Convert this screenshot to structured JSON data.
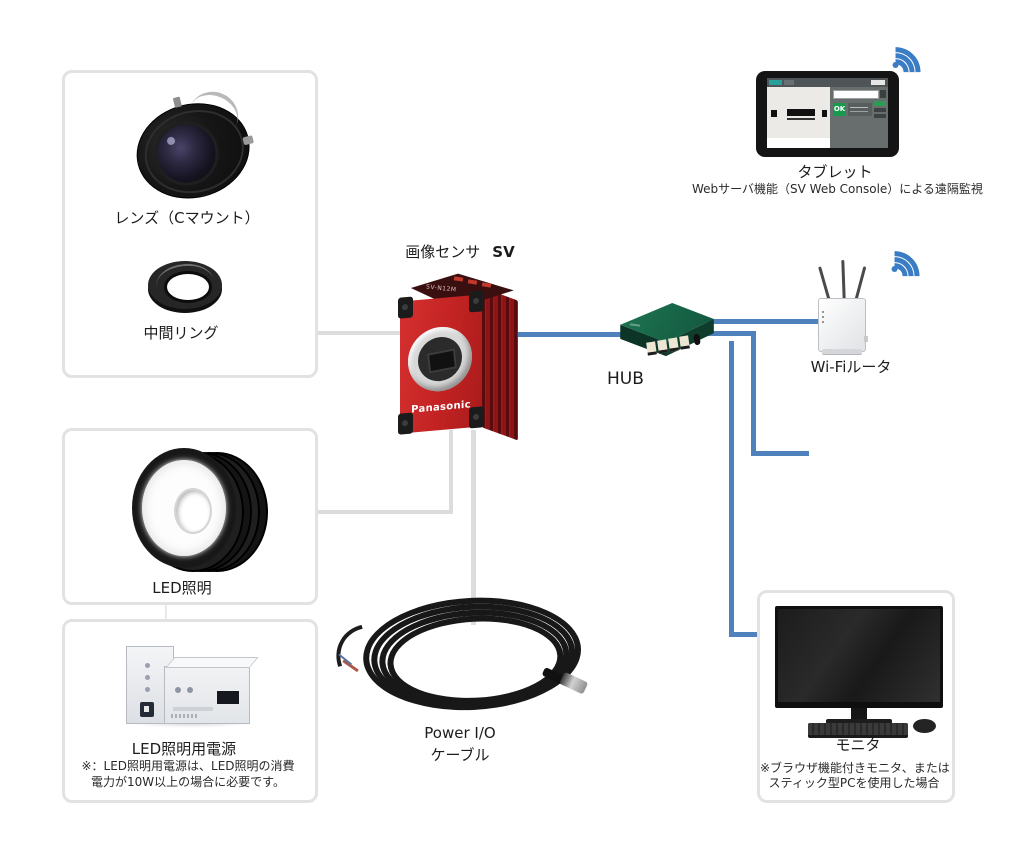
{
  "sensor": {
    "label": "画像センサ",
    "model": "SV",
    "brand": "Panasonic",
    "top_marking": "SV-N12M"
  },
  "lens_box": {
    "lens_label": "レンズ（Cマウント）",
    "ring_label": "中間リング"
  },
  "led_box": {
    "label": "LED照明"
  },
  "power_box": {
    "label": "LED照明用電源",
    "note_line1": "※：LED照明用電源は、LED照明の消費",
    "note_line2": "電力が10W以上の場合に必要です。"
  },
  "cable": {
    "label_line1": "Power I/O",
    "label_line2": "ケーブル"
  },
  "hub": {
    "label": "HUB"
  },
  "router": {
    "label": "Wi-Fiルータ"
  },
  "tablet": {
    "label": "タブレット",
    "caption": "Webサーバ機能（SV Web Console）による遠隔監視",
    "screen_ok_badge": "OK"
  },
  "monitor_box": {
    "label": "モニタ",
    "note_line1": "※ブラウザ機能付きモニタ、または",
    "note_line2": "スティック型PCを使用した場合"
  },
  "icons": {
    "tablet_wireless": "wifi-signal-icon",
    "router_wireless": "wifi-signal-icon"
  },
  "connections": [
    {
      "from": "lens-box",
      "to": "image-sensor",
      "style": "gray"
    },
    {
      "from": "led-box",
      "to": "image-sensor",
      "style": "gray"
    },
    {
      "from": "led-box",
      "to": "led-power-supply",
      "style": "gray-thin"
    },
    {
      "from": "image-sensor",
      "to": "power-io-cable",
      "style": "gray"
    },
    {
      "from": "image-sensor",
      "to": "hub",
      "style": "blue-lan"
    },
    {
      "from": "hub",
      "to": "wifi-router",
      "style": "blue-lan"
    },
    {
      "from": "hub",
      "to": "open-stub",
      "style": "blue-lan"
    },
    {
      "from": "hub",
      "to": "monitor-box",
      "style": "blue-lan"
    }
  ],
  "colors": {
    "lan_line_blue": "#4f81bd",
    "accessory_line_gray": "#dcdcdc",
    "wifi_icon_blue": "#3b7dc4",
    "camera_red": "#c22322",
    "hub_green": "#11503b",
    "box_border_gray": "#e2e2e2",
    "ok_badge_green": "#159a4e"
  }
}
